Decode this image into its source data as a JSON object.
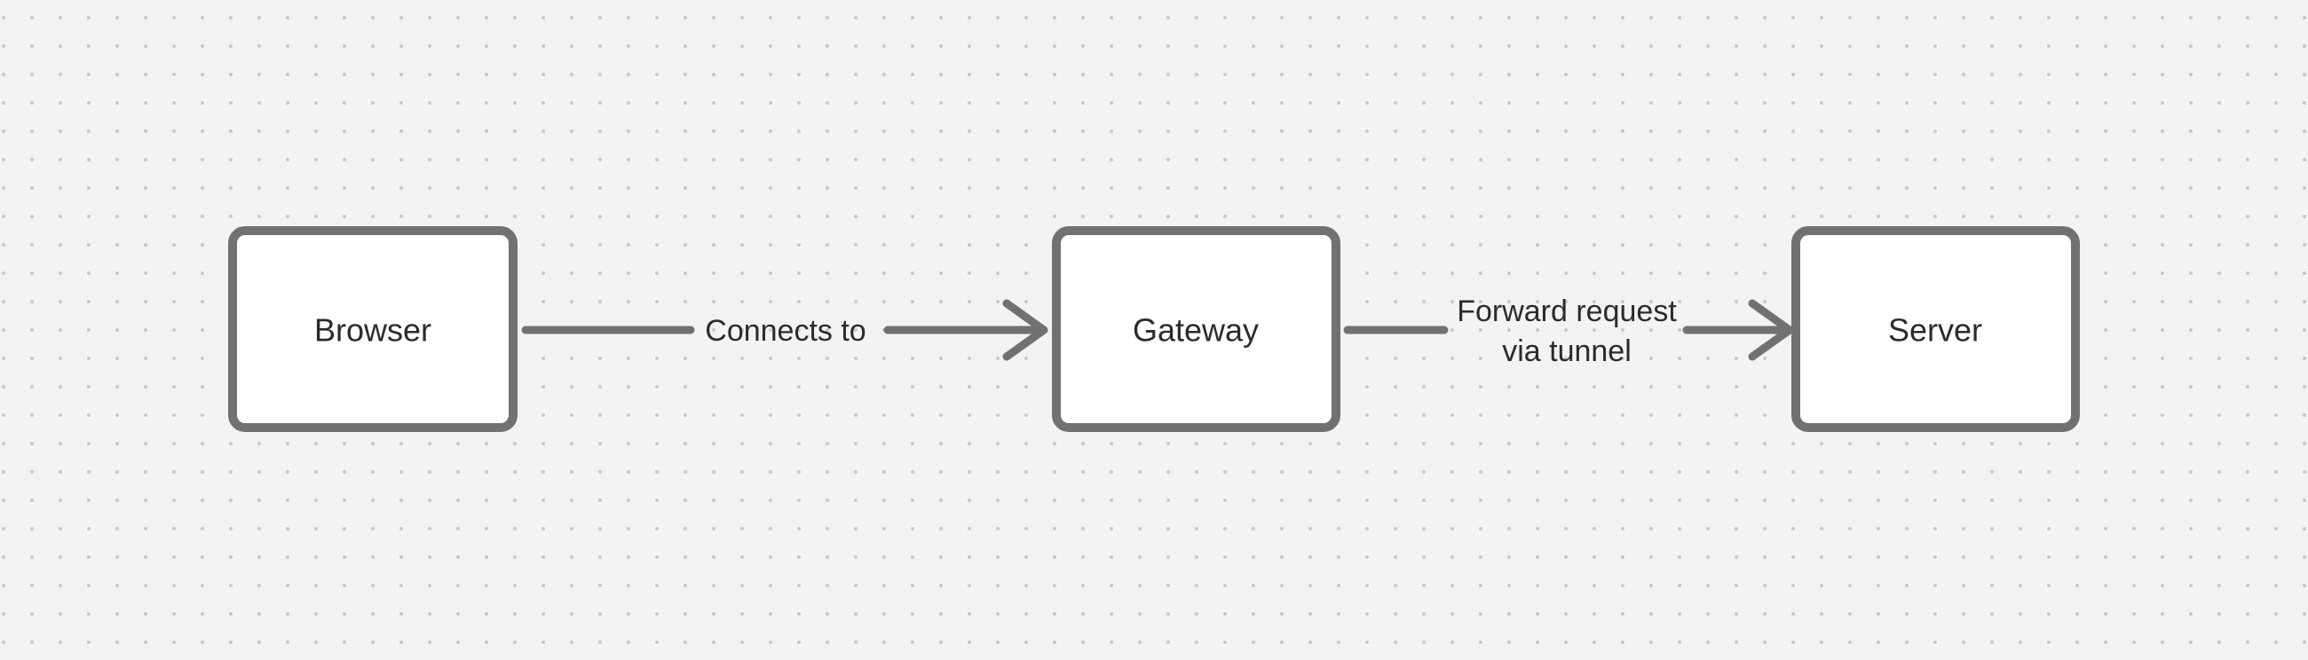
{
  "theme": {
    "background_color": "#f3f3f3",
    "dot_color": "#c9c9c9",
    "node_fill_color": "#ffffff",
    "stroke_color": "#717171",
    "text_color": "#2b2b2b"
  },
  "diagram": {
    "nodes": [
      {
        "label": "Browser"
      },
      {
        "label": "Gateway"
      },
      {
        "label": "Server"
      }
    ],
    "edges": [
      {
        "from": "Browser",
        "to": "Gateway",
        "label": "Connects to"
      },
      {
        "from": "Gateway",
        "to": "Server",
        "label": "Forward request via tunnel",
        "label_line1": "Forward request",
        "label_line2": "via tunnel"
      }
    ]
  }
}
